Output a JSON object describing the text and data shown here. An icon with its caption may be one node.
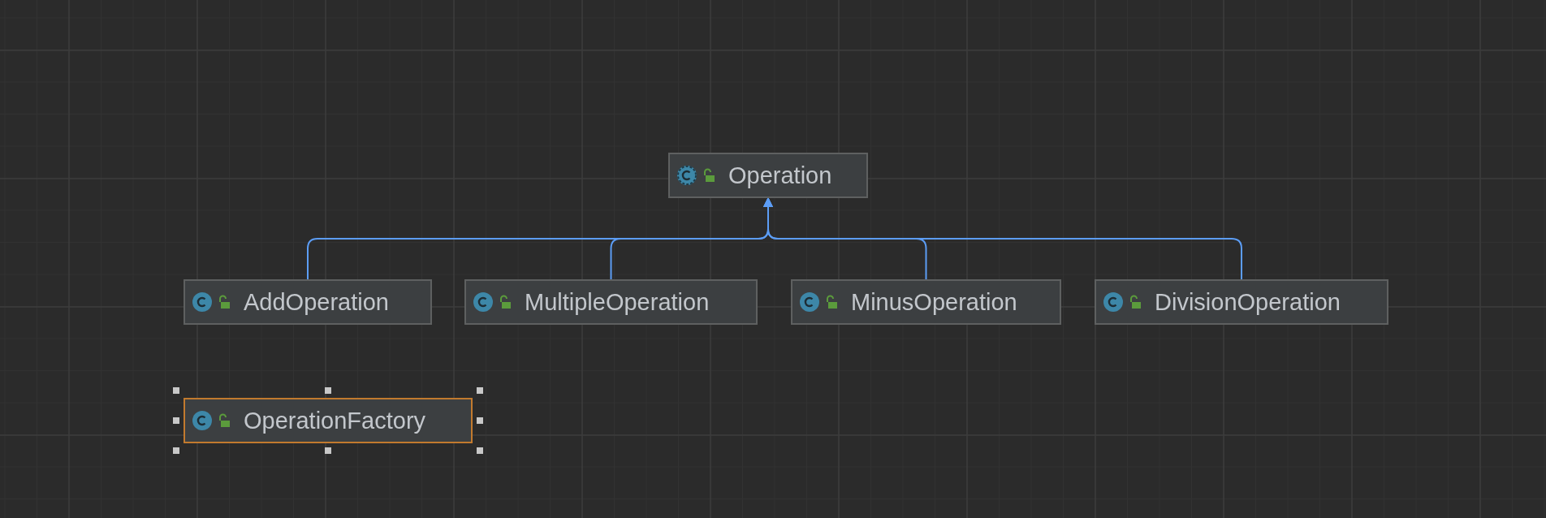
{
  "diagram": {
    "nodes": [
      {
        "text": [
          "Operation"
        ]
      },
      {
        "text": [
          "AddOperation"
        ]
      },
      {
        "text": [
          "MultipleOperation"
        ]
      },
      {
        "text": [
          "MinusOperation"
        ]
      },
      {
        "text": [
          "DivisionOperation"
        ]
      },
      {
        "text": [
          "OperationFactory"
        ]
      }
    ],
    "edges": [
      {
        "from": 1,
        "to": 0,
        "arrow": "to"
      },
      {
        "from": 2,
        "to": 0,
        "arrow": "to"
      },
      {
        "from": 3,
        "to": 0,
        "arrow": "to"
      },
      {
        "from": 4,
        "to": 0,
        "arrow": "to"
      }
    ]
  }
}
